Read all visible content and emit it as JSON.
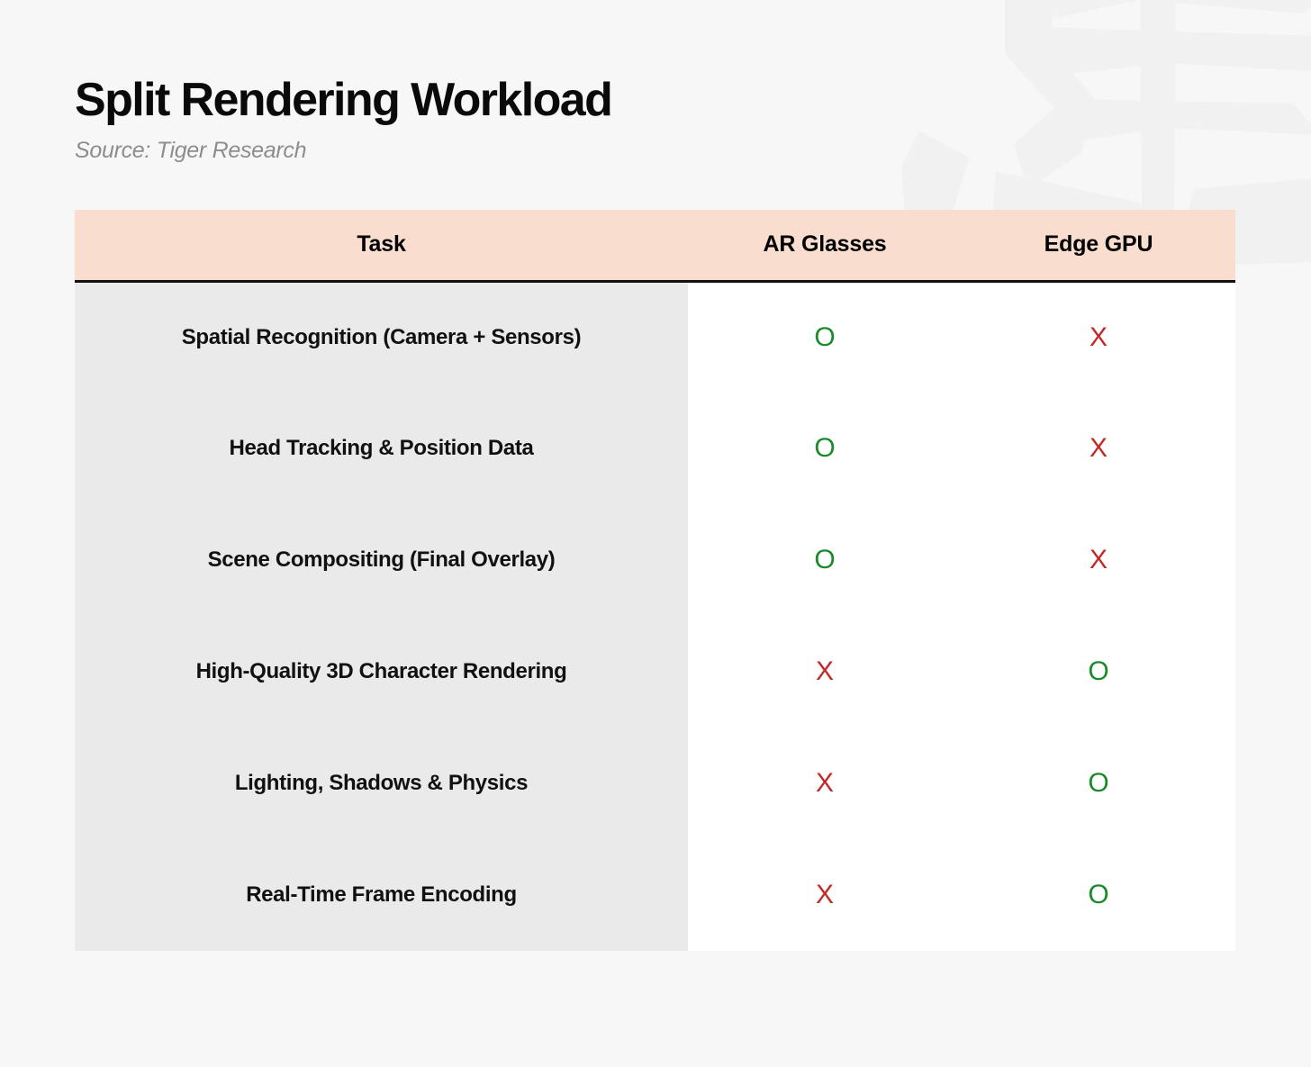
{
  "header": {
    "title": "Split Rendering Workload",
    "subtitle": "Source: Tiger Research"
  },
  "colors": {
    "page_background": "#f7f7f7",
    "table_header_background": "#f9ddcf",
    "task_column_background": "#eaeaea",
    "cell_background": "#ffffff",
    "yes_mark": "#1b8a2b",
    "no_mark": "#c22a2a",
    "title_text": "#0a0a0a",
    "subtitle_text": "#8d8d8d",
    "header_rule": "#111111"
  },
  "table": {
    "columns": [
      {
        "key": "task",
        "label": "Task"
      },
      {
        "key": "ar_glasses",
        "label": "AR Glasses"
      },
      {
        "key": "edge_gpu",
        "label": "Edge GPU"
      }
    ],
    "marks": {
      "yes": "O",
      "no": "X"
    },
    "rows": [
      {
        "task": "Spatial Recognition (Camera + Sensors)",
        "ar_glasses": "O",
        "edge_gpu": "X"
      },
      {
        "task": "Head Tracking & Position Data",
        "ar_glasses": "O",
        "edge_gpu": "X"
      },
      {
        "task": "Scene Compositing (Final Overlay)",
        "ar_glasses": "O",
        "edge_gpu": "X"
      },
      {
        "task": "High-Quality 3D Character Rendering",
        "ar_glasses": "X",
        "edge_gpu": "O"
      },
      {
        "task": "Lighting, Shadows & Physics",
        "ar_glasses": "X",
        "edge_gpu": "O"
      },
      {
        "task": "Real-Time Frame Encoding",
        "ar_glasses": "X",
        "edge_gpu": "O"
      }
    ]
  }
}
